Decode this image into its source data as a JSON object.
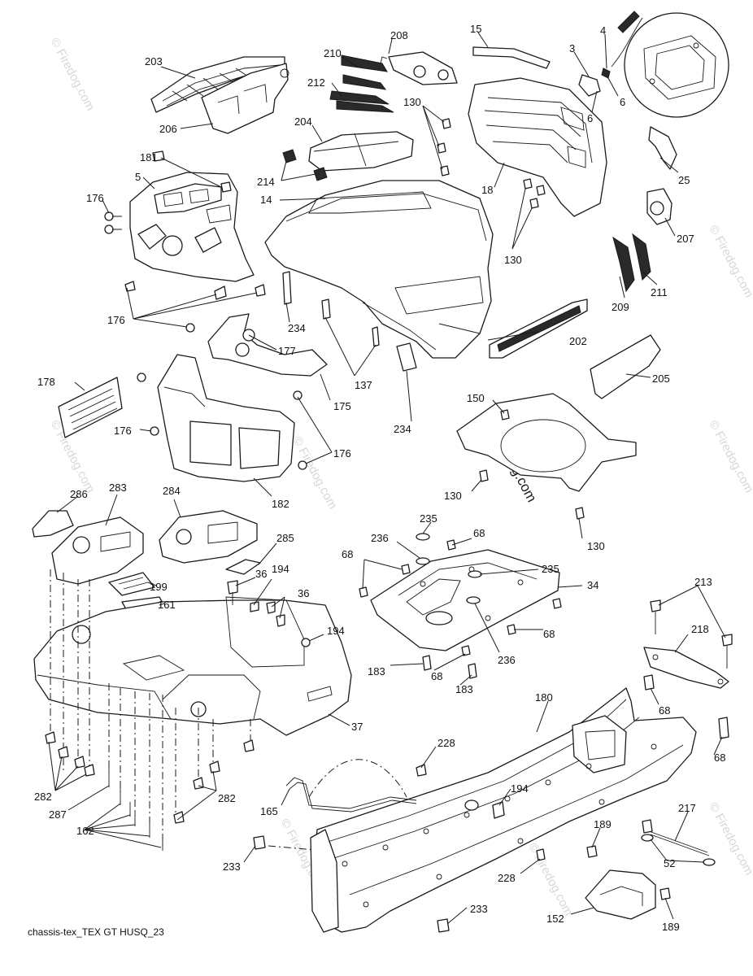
{
  "caption": "chassis-tex_TEX GT HUSQ_23",
  "watermark": "© Firedog.com",
  "callouts": {
    "c203": "203",
    "c206": "206",
    "c210": "210",
    "c212": "212",
    "c208": "208",
    "c15": "15",
    "c3": "3",
    "c4": "4",
    "c6a": "6",
    "c6b": "6",
    "c130a": "130",
    "c204": "204",
    "c181": "181",
    "c5": "5",
    "c176a": "176",
    "c214": "214",
    "c14": "14",
    "c18": "18",
    "c25": "25",
    "c207": "207",
    "c130b": "130",
    "c209": "209",
    "c211": "211",
    "c176b": "176",
    "c234a": "234",
    "c177": "177",
    "c137": "137",
    "c202": "202",
    "c205": "205",
    "c178": "178",
    "c175": "175",
    "c176c": "176",
    "c176d": "176",
    "c234b": "234",
    "c150": "150",
    "c182": "182",
    "c130c": "130",
    "c130d": "130",
    "c286": "286",
    "c283": "283",
    "c284": "284",
    "c285": "285",
    "c235a": "235",
    "c236a": "236",
    "c68a": "68",
    "c68b": "68",
    "c235b": "235",
    "c34": "34",
    "c199": "199",
    "c161": "161",
    "c36a": "36",
    "c194a": "194",
    "c36b": "36",
    "c194b": "194",
    "c68c": "68",
    "c213": "213",
    "c218": "218",
    "c183a": "183",
    "c68d": "68",
    "c236b": "236",
    "c183b": "183",
    "c37": "37",
    "c180": "180",
    "c68e": "68",
    "c68f": "68",
    "c228a": "228",
    "c282a": "282",
    "c287": "287",
    "c165": "165",
    "c194c": "194",
    "c282b": "282",
    "c162": "162",
    "c217": "217",
    "c189a": "189",
    "c233a": "233",
    "c52": "52",
    "c228b": "228",
    "c233b": "233",
    "c152": "152",
    "c189b": "189"
  }
}
